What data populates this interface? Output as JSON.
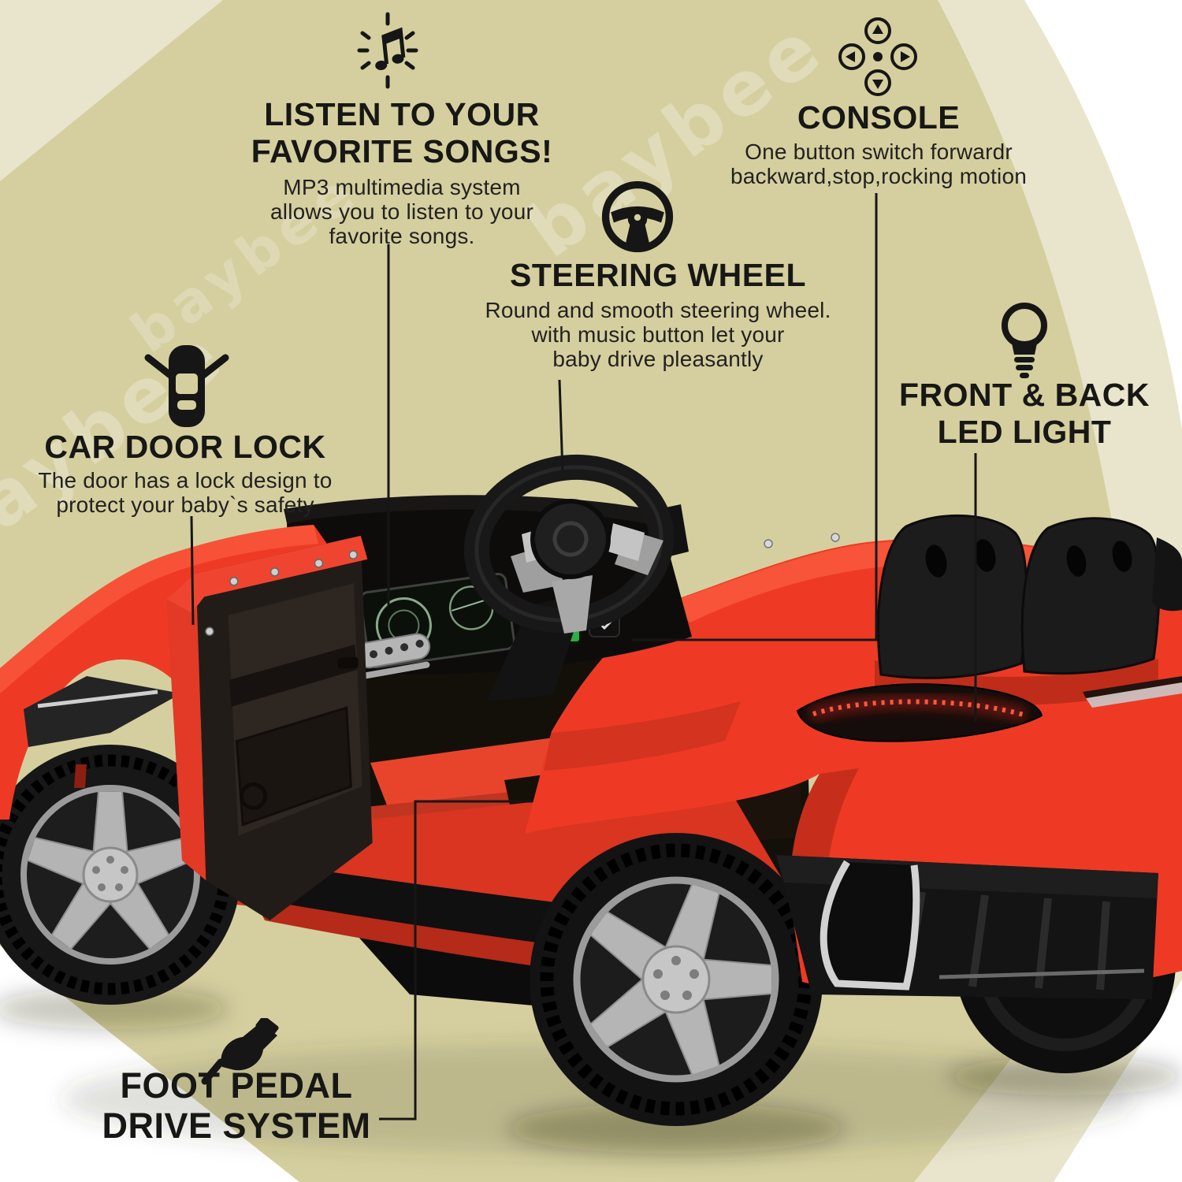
{
  "background": {
    "watermark_text": "baybee",
    "color_khaki": "#d5cf9f",
    "color_light": "#e9e5cc",
    "color_white": "#ffffff"
  },
  "car": {
    "body_color": "#ee3a24",
    "body_shadow_color": "#b52a18",
    "led_color": "#ff2a12",
    "rim_color": "#b7b7b7",
    "interior_color": "#16110e"
  },
  "callouts": {
    "music": {
      "title_lines": [
        "LISTEN TO YOUR",
        "FAVORITE SONGS!"
      ],
      "body_lines": [
        "MP3 multimedia system",
        "allows you to listen to your",
        "favorite songs."
      ]
    },
    "console": {
      "title_lines": [
        "CONSOLE"
      ],
      "body_lines": [
        "One button switch forwardr",
        "backward,stop,rocking motion"
      ]
    },
    "steering": {
      "title_lines": [
        "STEERING WHEEL"
      ],
      "body_lines": [
        "Round and smooth steering wheel.",
        "with music button let your",
        "baby drive pleasantly"
      ]
    },
    "led": {
      "title_lines": [
        "FRONT & BACK",
        "LED LIGHT"
      ],
      "body_lines": []
    },
    "door": {
      "title_lines": [
        "CAR DOOR LOCK"
      ],
      "body_lines": [
        "The door has a lock design to",
        "protect your baby`s safety"
      ]
    },
    "pedal": {
      "title_lines": [
        "FOOT PEDAL",
        "DRIVE SYSTEM"
      ],
      "body_lines": []
    }
  }
}
